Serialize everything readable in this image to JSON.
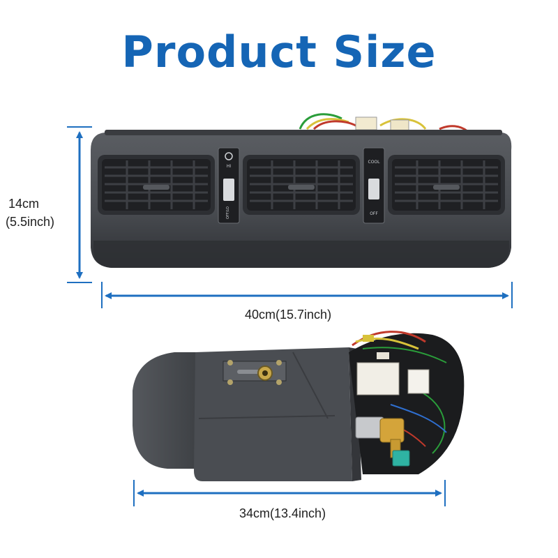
{
  "title": "Product Size",
  "colors": {
    "title": "#1565b5",
    "dimension_line": "#1e6fc0",
    "unit_body": "#4a4d52",
    "unit_dark": "#2b2d30",
    "unit_edge": "#5c5f64"
  },
  "dimensions": {
    "height_cm": "14cm",
    "height_inch": "(5.5inch)",
    "width": "40cm(15.7inch)",
    "depth": "34cm(13.4inch)"
  },
  "switch_labels": {
    "fan_high": "HI",
    "fan_off": "OFF/LO",
    "temp_cool": "COOL",
    "temp_off": "OFF"
  }
}
